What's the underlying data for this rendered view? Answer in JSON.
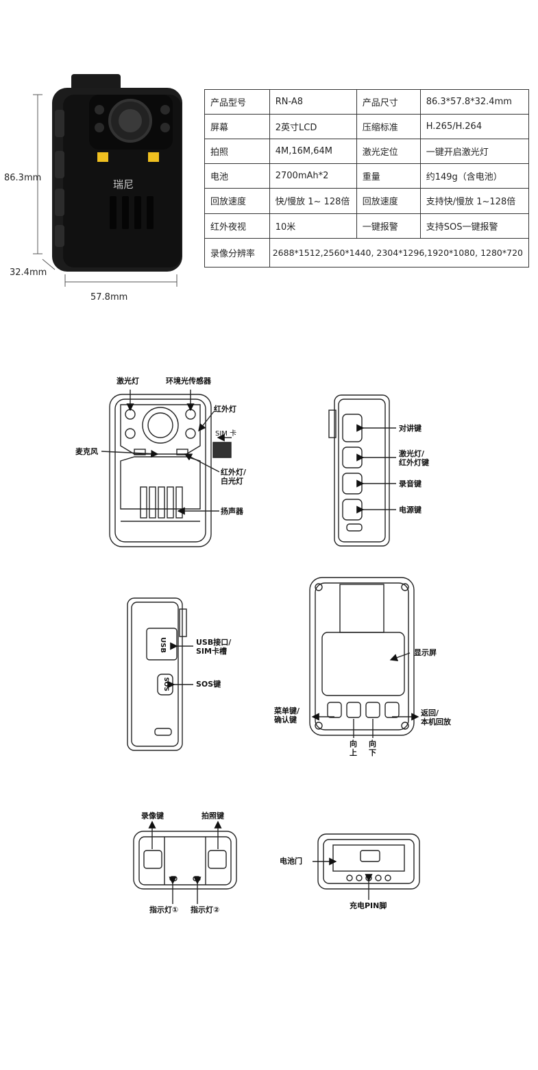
{
  "dimensions": {
    "height": "86.3mm",
    "depth": "32.4mm",
    "width": "57.8mm"
  },
  "camera_logo": "瑞尼",
  "spec_table": [
    {
      "k1": "产品型号",
      "v1": "RN-A8",
      "k2": "产品尺寸",
      "v2": "86.3*57.8*32.4mm"
    },
    {
      "k1": "屏幕",
      "v1": "2英寸LCD",
      "k2": "压缩标准",
      "v2": "H.265/H.264"
    },
    {
      "k1": "拍照",
      "v1": "4M,16M,64M",
      "k2": "激光定位",
      "v2": "一键开启激光灯"
    },
    {
      "k1": "电池",
      "v1": "2700mAh*2",
      "k2": "重量",
      "v2": "约149g（含电池）"
    },
    {
      "k1": "回放速度",
      "v1": "快/慢放 1~ 128倍",
      "k2": "回放速度",
      "v2": "支持快/慢放 1~128倍"
    },
    {
      "k1": "红外夜视",
      "v1": "10米",
      "k2": "一键报警",
      "v2": "支持SOS一键报警"
    }
  ],
  "spec_resolution": {
    "k": "录像分辨率",
    "v": "2688*1512,2560*1440, 2304*1296,1920*1080, 1280*720"
  },
  "front_view": {
    "laser": "激光灯",
    "ambient": "环境光传感器",
    "ir": "红外灯",
    "sim_card": "SIM 卡",
    "mic": "麦克风",
    "ir_white_1": "红外灯/",
    "ir_white_2": "白光灯",
    "speaker": "扬声器"
  },
  "side_right": {
    "talk": "对讲键",
    "laser_key_1": "激光灯/",
    "laser_key_2": "红外灯键",
    "record_audio": "录音键",
    "power": "电源键"
  },
  "side_left": {
    "usb_1": "USB接口/",
    "usb_2": "SIM卡槽",
    "sos": "SOS键",
    "usb_mark": "USB",
    "sos_mark": "SOS"
  },
  "back_view": {
    "screen": "显示屏",
    "menu_1": "菜单键/",
    "menu_2": "确认键",
    "return_1": "返回/",
    "return_2": "本机回放",
    "up": "向上",
    "down": "向下"
  },
  "top_view": {
    "video": "录像键",
    "photo": "拍照键",
    "ind1": "指示灯①",
    "ind2": "指示灯②"
  },
  "bottom_view": {
    "battery_door": "电池门",
    "pins": "充电PIN脚"
  }
}
